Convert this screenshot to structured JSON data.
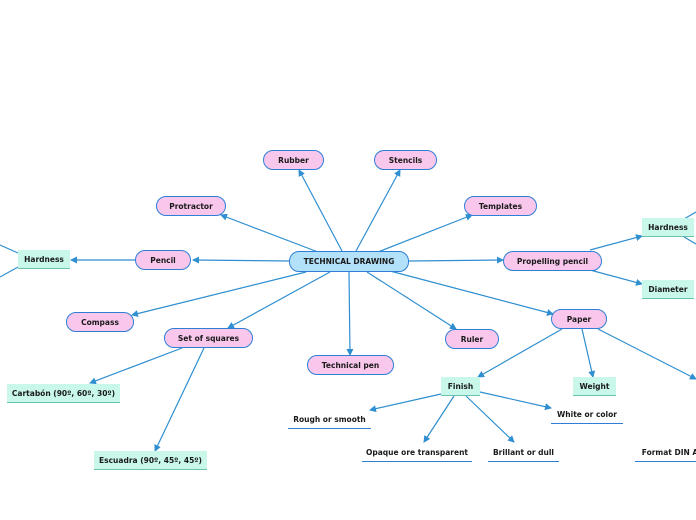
{
  "colors": {
    "line": "#2f8fd0",
    "pill_fill": "#f9c6ec",
    "central_fill": "#b3e1f9",
    "box_fill": "#c9f7ea"
  },
  "central": "TECHNICAL DRAWING",
  "branches": {
    "rubber": "Rubber",
    "stencils": "Stencils",
    "protractor": "Protractor",
    "templates": "Templates",
    "pencil": "Pencil",
    "propelling_pencil": "Propelling pencil",
    "compass": "Compass",
    "set_of_squares": "Set of squares",
    "technical_pen": "Technical pen",
    "ruler": "Ruler",
    "paper": "Paper"
  },
  "pencil_children": {
    "hardness": "Hardness"
  },
  "propelling_pencil_children": {
    "hardness": "Hardness",
    "diameter": "Diameter"
  },
  "set_of_squares_children": {
    "cartabon": "Cartabón (90º, 60º, 30º)",
    "escuadra": "Escuadra (90º, 45º, 45º)"
  },
  "paper_children": {
    "finish": "Finish",
    "weight": "Weight",
    "format": "Format DIN A"
  },
  "finish_children": {
    "rough_or_smooth": "Rough or smooth",
    "opaque_or_transparent": "Opaque ore transparent",
    "brillant_or_dull": "Brillant or dull",
    "white_or_color": "White or color"
  }
}
